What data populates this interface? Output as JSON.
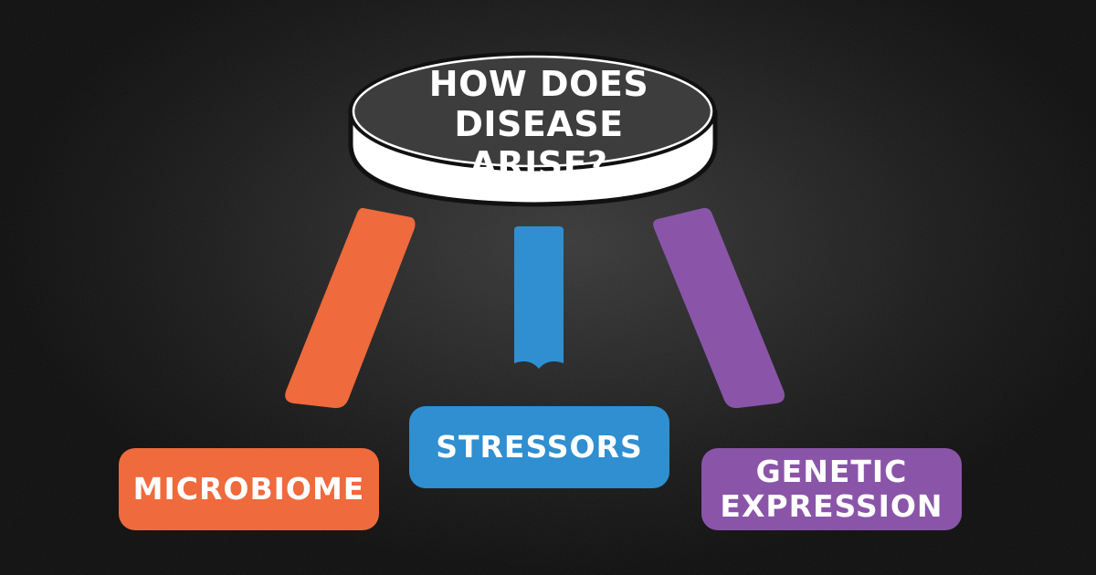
{
  "seat": {
    "line1": "HOW DOES",
    "line2": "DISEASE ARISE?"
  },
  "legs": [
    {
      "label_line1": "MICROBIOME",
      "label_line2": "",
      "color": "#ef6a3c"
    },
    {
      "label_line1": "STRESSORS",
      "label_line2": "",
      "color": "#2f8fd0"
    },
    {
      "label_line1": "GENETIC",
      "label_line2": "EXPRESSION",
      "color": "#8a55a8"
    }
  ],
  "colors": {
    "background": "#1e1e1e",
    "seat_top": "#3d3d3d",
    "seat_body": "#ffffff",
    "outline": "#111111"
  }
}
